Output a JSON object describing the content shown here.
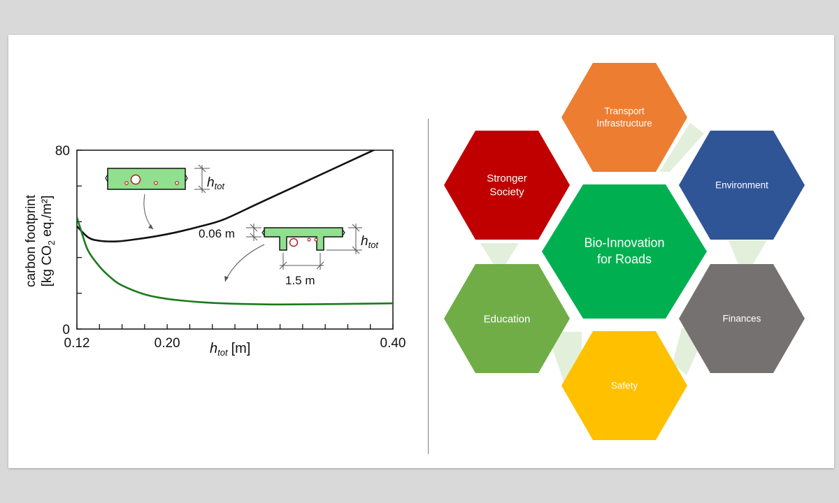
{
  "chart_data": {
    "type": "line",
    "xlabel_symbol": "h",
    "xlabel_sub": "tot",
    "xlabel_unit": "[m]",
    "ylabel_line1": "carbon footprint",
    "ylabel_line2_pre": "[kg CO",
    "ylabel_line2_sub": "2",
    "ylabel_line2_post": " eq./m²]",
    "xlim": [
      0.12,
      0.4
    ],
    "ylim": [
      0,
      80
    ],
    "x_tick_labels": [
      {
        "value": 0.12,
        "label": "0.12"
      },
      {
        "value": 0.2,
        "label": "0.20"
      },
      {
        "value": 0.4,
        "label": "0.40"
      }
    ],
    "y_tick_labels": [
      {
        "value": 0,
        "label": "0"
      },
      {
        "value": 80,
        "label": "80"
      }
    ],
    "x_minor_ticks": [
      0.14,
      0.16,
      0.18,
      0.22,
      0.24,
      0.26,
      0.28,
      0.3,
      0.32,
      0.34,
      0.36,
      0.38
    ],
    "y_minor_ticks": [
      16,
      32,
      48,
      64
    ],
    "series": [
      {
        "color": "#111111",
        "x": [
          0.12,
          0.13,
          0.14,
          0.155,
          0.17,
          0.19,
          0.21,
          0.23,
          0.25,
          0.28,
          0.31,
          0.34,
          0.37,
          0.4
        ],
        "y": [
          46,
          41,
          39.5,
          39.2,
          40,
          41.5,
          43.5,
          46,
          49,
          56,
          63,
          70,
          77,
          84
        ]
      },
      {
        "color": "#1a7a1a",
        "x": [
          0.12,
          0.125,
          0.13,
          0.14,
          0.15,
          0.16,
          0.18,
          0.2,
          0.23,
          0.26,
          0.3,
          0.35,
          0.4
        ],
        "y": [
          50,
          42,
          35,
          28,
          23,
          19.5,
          15.5,
          13.5,
          12,
          11.3,
          11,
          11.2,
          11.5
        ]
      }
    ],
    "annotations": {
      "htot_symbol": "h",
      "htot_sub": "tot",
      "flange_thickness": "0.06 m",
      "rib_spacing": "1.5 m"
    }
  },
  "diagram": {
    "center": {
      "line1": "Bio-Innovation",
      "line2": "for Roads",
      "color": "#00b050"
    },
    "hexagons": [
      {
        "id": "transport",
        "line1": "Transport",
        "line2": "Infrastructure",
        "color": "#ed7d31"
      },
      {
        "id": "environment",
        "line1": "Environment",
        "line2": "",
        "color": "#2f5597"
      },
      {
        "id": "finances",
        "line1": "Finances",
        "line2": "",
        "color": "#767171"
      },
      {
        "id": "safety",
        "line1": "Safety",
        "line2": "",
        "color": "#ffc000"
      },
      {
        "id": "education",
        "line1": "Education",
        "line2": "",
        "color": "#70ad47"
      },
      {
        "id": "society",
        "line1": "Stronger",
        "line2": "Society",
        "color": "#c00000"
      }
    ]
  }
}
